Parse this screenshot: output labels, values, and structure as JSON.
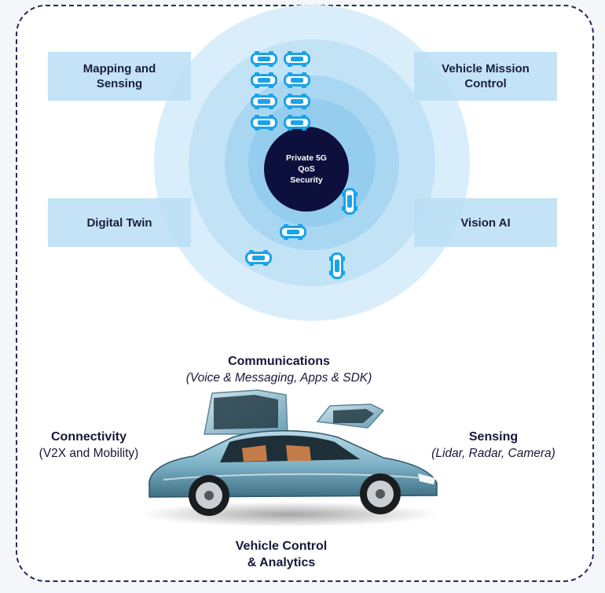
{
  "core": {
    "line1": "Private 5G",
    "line2": "QoS",
    "line3": "Security"
  },
  "boxes": {
    "mapping": "Mapping and\nSensing",
    "mission": "Vehicle Mission\nControl",
    "twin": "Digital Twin",
    "vision": "Vision AI"
  },
  "captions": {
    "communications": {
      "title": "Communications",
      "sub": "(Voice & Messaging, Apps & SDK)"
    },
    "connectivity": {
      "title": "Connectivity",
      "sub": "(V2X and Mobility)"
    },
    "sensing": {
      "title": "Sensing",
      "sub": "(Lidar, Radar, Camera)"
    },
    "control": {
      "line1": "Vehicle Control",
      "line2": "& Analytics"
    }
  },
  "icons": {
    "car": "car-icon",
    "car_photo": "sports-car-gullwing-doors"
  },
  "colors": {
    "frame_border": "#1f2b5a",
    "core": "#0d0f3c",
    "ring_outer": "#d9eefa",
    "ring_inner": "#94cdee",
    "box_fill": "#badef4",
    "car_icon": "#1aa3e8"
  }
}
